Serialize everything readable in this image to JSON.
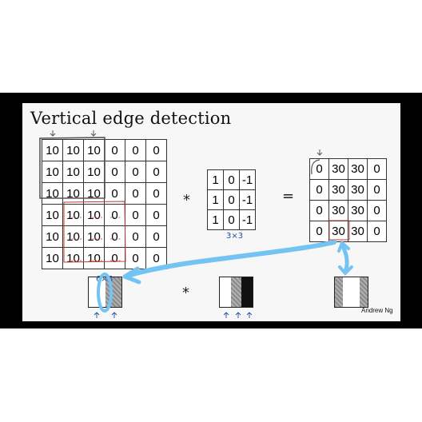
{
  "slide": {
    "title": "Vertical edge detection",
    "credit": "Andrew Ng"
  },
  "input_matrix": {
    "rows": [
      [
        "10",
        "10",
        "10",
        "0",
        "0",
        "0"
      ],
      [
        "10",
        "10",
        "10",
        "0",
        "0",
        "0"
      ],
      [
        "10",
        "10",
        "10",
        "0",
        "0",
        "0"
      ],
      [
        "10",
        "10",
        "10",
        "0",
        "0",
        "0"
      ],
      [
        "10",
        "10",
        "10",
        "0",
        "0",
        "0"
      ],
      [
        "10",
        "10",
        "10",
        "0",
        "0",
        "0"
      ]
    ]
  },
  "filter_matrix": {
    "rows": [
      [
        "1",
        "0",
        "-1"
      ],
      [
        "1",
        "0",
        "-1"
      ],
      [
        "1",
        "0",
        "-1"
      ]
    ]
  },
  "output_matrix": {
    "rows": [
      [
        "0",
        "30",
        "30",
        "0"
      ],
      [
        "0",
        "30",
        "30",
        "0"
      ],
      [
        "0",
        "30",
        "30",
        "0"
      ],
      [
        "0",
        "30",
        "30",
        "0"
      ]
    ]
  },
  "operators": {
    "convolve": "*",
    "equals": "=",
    "convolve_bottom": "*"
  },
  "handwriting": {
    "filter_size": "3×3",
    "input_size": "6×6"
  },
  "annotation_colors": {
    "highlight": "#73c4f2",
    "red_box": "#c0392b",
    "pen_blue": "#1e4fa0",
    "pen_dark": "#555555"
  }
}
